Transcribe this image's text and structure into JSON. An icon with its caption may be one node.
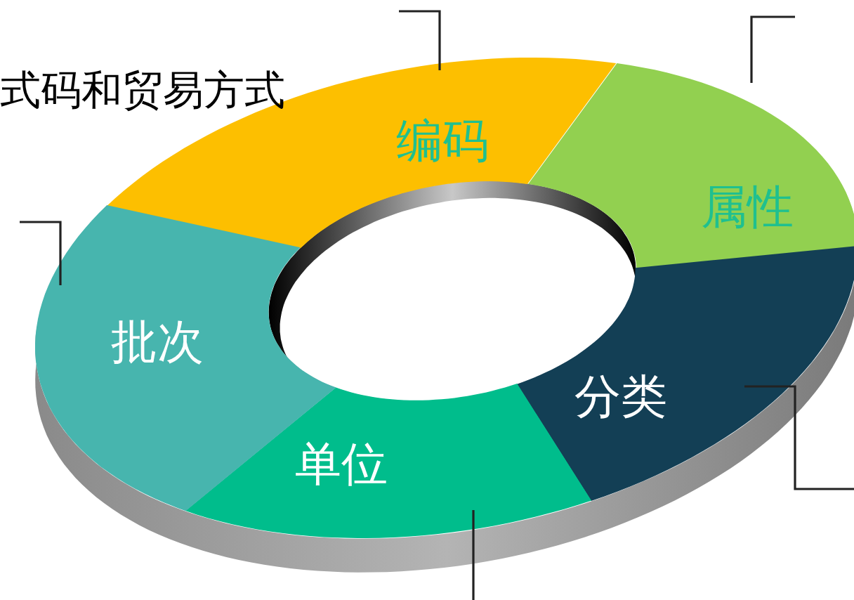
{
  "diagram": {
    "nodes": [
      {
        "text": [
          "编码"
        ]
      },
      {
        "text": [
          "属性"
        ]
      },
      {
        "text": [
          "分类"
        ]
      },
      {
        "text": [
          "单位"
        ]
      },
      {
        "text": [
          "批次"
        ]
      }
    ],
    "edges": [
      {
        "from": 0,
        "to": null,
        "arrow": "none"
      },
      {
        "from": 1,
        "to": null,
        "arrow": "none"
      },
      {
        "from": 2,
        "to": null,
        "arrow": "none"
      },
      {
        "from": 3,
        "to": null,
        "arrow": "none"
      },
      {
        "from": 4,
        "to": null,
        "arrow": "none"
      }
    ],
    "labels": [
      "式码和贸易方式"
    ]
  }
}
